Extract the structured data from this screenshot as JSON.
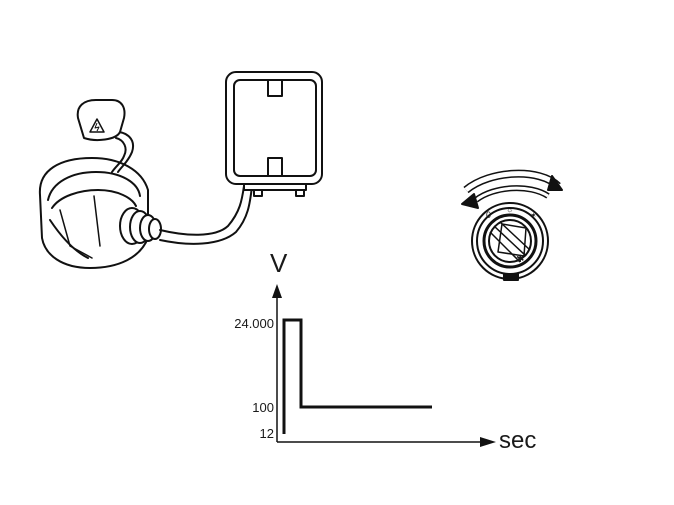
{
  "graph": {
    "y_axis_label": "V",
    "x_axis_label": "sec",
    "tick_labels": [
      "24.000",
      "100",
      "12"
    ],
    "line_color": "#111111"
  },
  "icons": {
    "lamp": "bulb-with-igniter-icon",
    "igniter_cap": "high-voltage-warning-cap-icon",
    "control_unit": "ballast-unit-icon",
    "knob": "rotary-light-switch-icon"
  }
}
